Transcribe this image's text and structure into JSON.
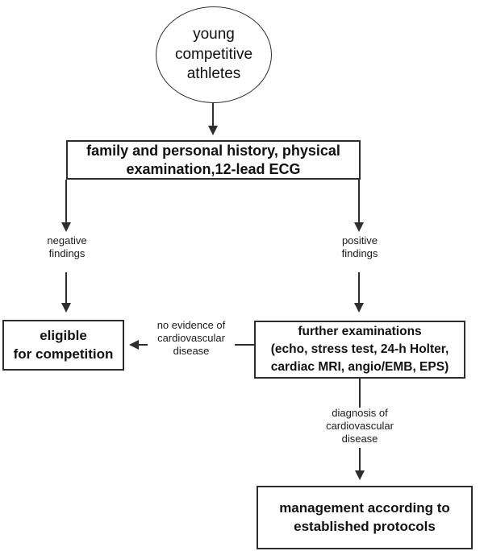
{
  "colors": {
    "ink": "#111111",
    "line": "#2e2e2e",
    "background": "#ffffff"
  },
  "nodes": {
    "start": {
      "shape": "ellipse",
      "text": "young\ncompetitive\nathletes"
    },
    "screening": {
      "shape": "rectangle",
      "text": "family and personal history, physical\nexamination,12-lead ECG"
    },
    "eligible": {
      "shape": "rectangle",
      "text": "eligible\nfor competition"
    },
    "further": {
      "shape": "rectangle",
      "text": "further examinations\n(echo, stress test, 24-h Holter,\ncardiac MRI, angio/EMB, EPS)"
    },
    "management": {
      "shape": "rectangle",
      "text": "management according to\nestablished protocols"
    }
  },
  "edges": {
    "negative": {
      "label": "negative\nfindings"
    },
    "positive": {
      "label": "positive\nfindings"
    },
    "no_evidence": {
      "label": "no evidence of\ncardiovascular\ndisease"
    },
    "diagnosis": {
      "label": "diagnosis of\ncardiovascular\ndisease"
    }
  }
}
